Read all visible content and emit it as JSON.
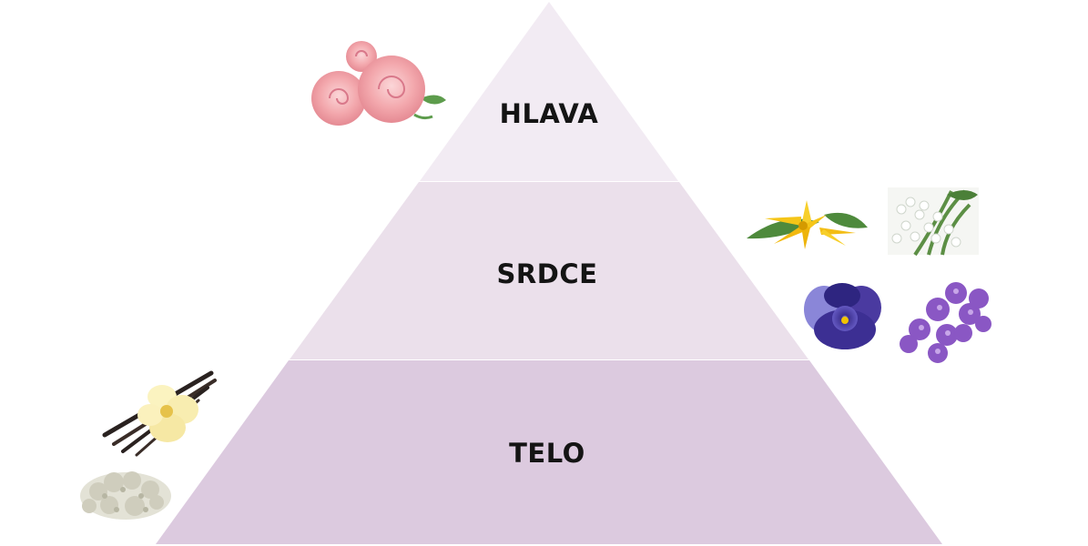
{
  "pyramid": {
    "tiers": [
      {
        "label": "HLAVA",
        "color": "#f2ebf3"
      },
      {
        "label": "SRDCE",
        "color": "#ebe0eb"
      },
      {
        "label": "TELO",
        "color": "#dccadf"
      }
    ]
  },
  "illustrations": {
    "top": [
      "rose-icon"
    ],
    "middle": [
      "ylang-ylang-icon",
      "lily-of-the-valley-icon",
      "pansy-icon",
      "heliotrope-icon"
    ],
    "base": [
      "vanilla-icon",
      "oakmoss-icon"
    ]
  }
}
